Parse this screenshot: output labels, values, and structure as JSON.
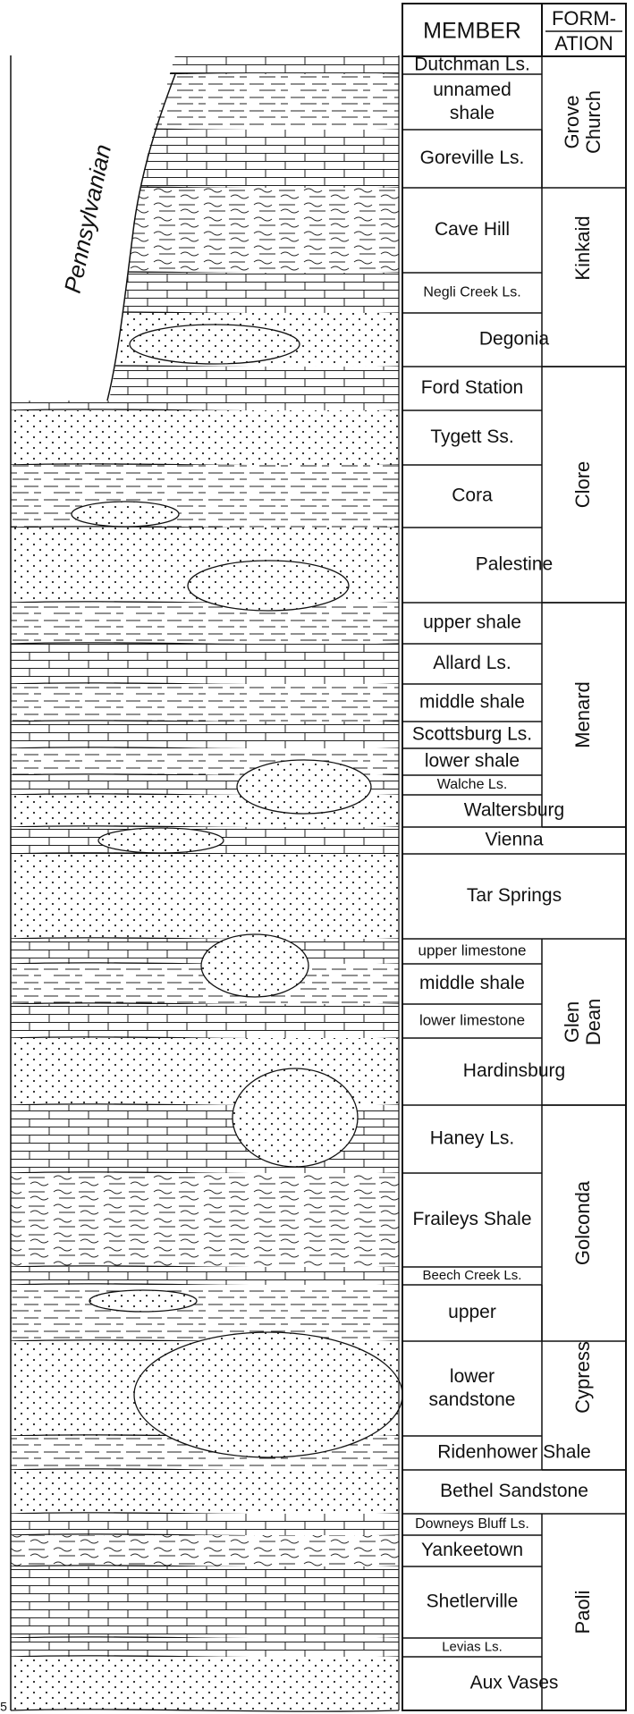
{
  "header": {
    "member": "MEMBER",
    "formation_line1": "FORM-",
    "formation_line2": "ATION"
  },
  "period_label": "Pennsylvanian",
  "members": [
    {
      "name": "Dutchman Ls."
    },
    {
      "name_lines": [
        "unnamed",
        "shale"
      ]
    },
    {
      "name": "Goreville Ls."
    },
    {
      "name": "Cave Hill"
    },
    {
      "name": "Negli Creek Ls."
    },
    {
      "name": "Degonia"
    },
    {
      "name": "Ford Station"
    },
    {
      "name": "Tygett Ss."
    },
    {
      "name": "Cora"
    },
    {
      "name": "Palestine"
    },
    {
      "name": "upper shale"
    },
    {
      "name": "Allard Ls."
    },
    {
      "name": "middle shale"
    },
    {
      "name": "Scottsburg Ls."
    },
    {
      "name": "lower shale"
    },
    {
      "name": "Walche Ls."
    },
    {
      "name": "Waltersburg"
    },
    {
      "name": "Vienna"
    },
    {
      "name": "Tar Springs"
    },
    {
      "name": "upper limestone"
    },
    {
      "name": "middle shale"
    },
    {
      "name": "lower limestone"
    },
    {
      "name": "Hardinsburg"
    },
    {
      "name": "Haney Ls."
    },
    {
      "name": "Fraileys Shale"
    },
    {
      "name": "Beech Creek Ls."
    },
    {
      "name": "upper"
    },
    {
      "name_lines": [
        "lower",
        "sandstone"
      ]
    },
    {
      "name": "Ridenhower Shale"
    },
    {
      "name": "Bethel Sandstone"
    },
    {
      "name": "Downeys Bluff Ls."
    },
    {
      "name": "Yankeetown"
    },
    {
      "name": "Shetlerville"
    },
    {
      "name": "Levias Ls."
    },
    {
      "name": "Aux Vases"
    }
  ],
  "formations": [
    {
      "name_lines": [
        "Grove",
        "Church"
      ]
    },
    {
      "name": "Kinkaid"
    },
    {
      "name": "Clore"
    },
    {
      "name": "Menard"
    },
    {
      "name_lines": [
        "Glen",
        "Dean"
      ]
    },
    {
      "name": "Golconda"
    },
    {
      "name": "Cypress"
    },
    {
      "name": "Paoli"
    }
  ],
  "corner_mark": "5"
}
